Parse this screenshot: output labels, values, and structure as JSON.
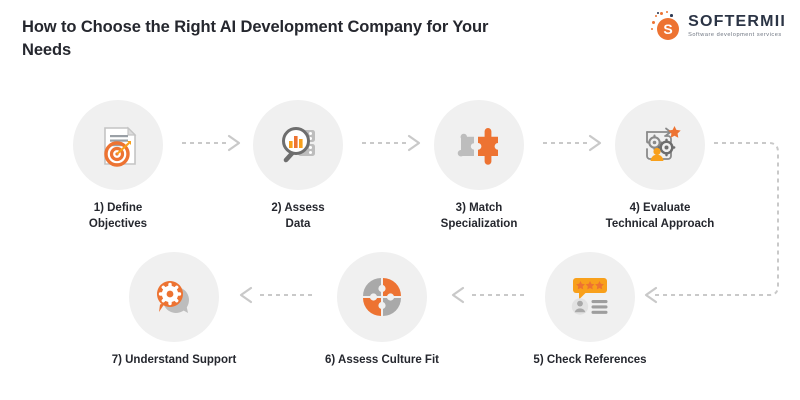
{
  "header": {
    "title": "How to Choose the Right AI Development Company for Your Needs"
  },
  "logo": {
    "mark_letter": "S",
    "name": "SOFTERMII",
    "tagline": "Software development services"
  },
  "colors": {
    "orange": "#ED7332",
    "gray_icon": "#B5B5B5",
    "bubble_bg": "#f0f0f0",
    "text": "#25272e",
    "connector": "#c9c9c9",
    "background": "#ffffff",
    "yellow": "#F8A01B",
    "logo_navy": "#2b3445"
  },
  "flow": {
    "steps": [
      {
        "number": "1)",
        "label": "1) Define\nObjectives",
        "icon": "document-target-icon",
        "row": "top"
      },
      {
        "number": "2)",
        "label": "2) Assess\nData",
        "icon": "magnifier-chart-icon",
        "row": "top"
      },
      {
        "number": "3)",
        "label": "3) Match\nSpecialization",
        "icon": "puzzle-pair-icon",
        "row": "top"
      },
      {
        "number": "4)",
        "label": "4) Evaluate\nTechnical Approach",
        "icon": "gears-person-star-icon",
        "row": "top"
      },
      {
        "number": "5)",
        "label": "5) Check References",
        "icon": "review-stars-icon",
        "row": "bottom"
      },
      {
        "number": "6)",
        "label": "6) Assess Culture Fit",
        "icon": "circular-puzzle-icon",
        "row": "bottom"
      },
      {
        "number": "7)",
        "label": "7) Understand Support",
        "icon": "chat-gear-icon",
        "row": "bottom"
      }
    ],
    "connectors": [
      {
        "name": "connector-1-to-2",
        "direction": "right"
      },
      {
        "name": "connector-2-to-3",
        "direction": "right"
      },
      {
        "name": "connector-3-to-4",
        "direction": "right"
      },
      {
        "name": "connector-4-to-5",
        "direction": "wrap-down-left"
      },
      {
        "name": "connector-5-to-6",
        "direction": "left"
      },
      {
        "name": "connector-6-to-7",
        "direction": "left"
      }
    ]
  }
}
